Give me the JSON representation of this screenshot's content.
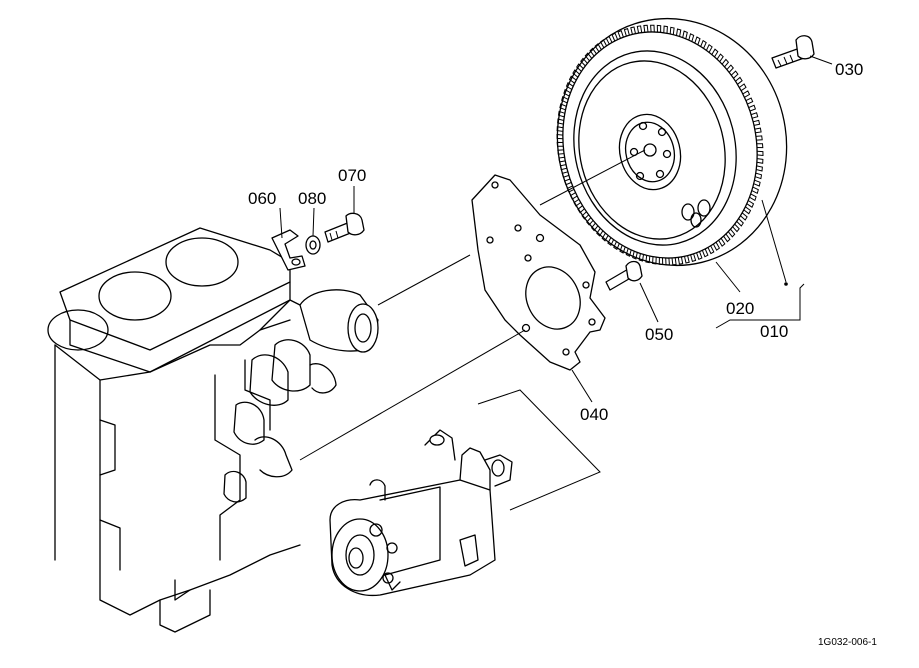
{
  "diagram": {
    "parts": [
      {
        "id": "p010",
        "number": "010"
      },
      {
        "id": "p020",
        "number": "020"
      },
      {
        "id": "p030",
        "number": "030"
      },
      {
        "id": "p040",
        "number": "040"
      },
      {
        "id": "p050",
        "number": "050"
      },
      {
        "id": "p060",
        "number": "060"
      },
      {
        "id": "p070",
        "number": "070"
      },
      {
        "id": "p080",
        "number": "080"
      }
    ],
    "reference_code": "1G032-006-1"
  }
}
